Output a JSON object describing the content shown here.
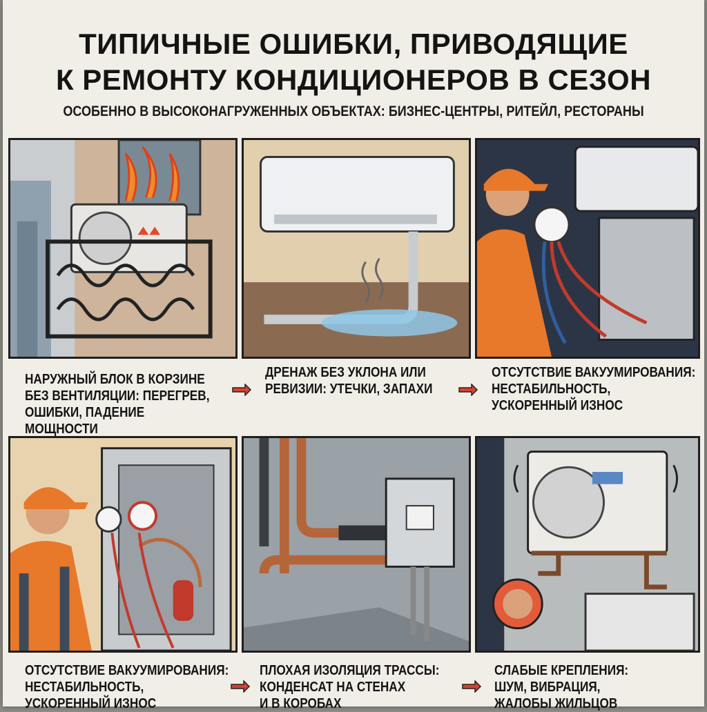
{
  "title": {
    "line1": "ТИПИЧНЫЕ ОШИБКИ, ПРИВОДЯЩИЕ",
    "line2": "К РЕМОНТУ КОНДИЦИОНЕРОВ В СЕЗОН"
  },
  "subtitle": "ОСОБЕННО В ВЫСОКОНАГРУЖЕННЫХ ОБЪЕКТАХ: БИЗНЕС-ЦЕНТРЫ, РИТЕЙЛ, РЕСТОРАНЫ",
  "row1": [
    {
      "lines": [
        "НАРУЖНЫЙ БЛОК В КОРЗИНЕ",
        "БЕЗ ВЕНТИЛЯЦИИ: ПЕРЕГРЕВ,",
        "ОШИБКИ, ПАДЕНИЕ",
        "МОЩНОСТИ"
      ]
    },
    {
      "lines": [
        "ДРЕНАЖ БЕЗ УКЛОНА ИЛИ",
        "РЕВИЗИИ: УТЕЧКИ, ЗАПАХИ"
      ]
    },
    {
      "lines": [
        "ОТСУТСТВИЕ ВАКУУМИРОВАНИЯ:",
        "НЕСТАБИЛЬНОСТЬ,",
        "УСКОРЕННЫЙ ИЗНОС"
      ]
    }
  ],
  "row2": [
    {
      "lines": [
        "ОТСУТСТВИЕ ВАКУУМИРОВАНИЯ:",
        "НЕСТАБИЛЬНОСТЬ,",
        "УСКОРЕННЫЙ ИЗНОС"
      ]
    },
    {
      "lines": [
        "ПЛОХАЯ ИЗОЛЯЦИЯ ТРАССЫ:",
        "КОНДЕНСАТ НА СТЕНАХ",
        "И В КОРОБАХ"
      ]
    },
    {
      "lines": [
        "СЛАБЫЕ КРЕПЛЕНИЯ:",
        "ШУМ, ВИБРАЦИЯ,",
        "ЖАЛОБЫ ЖИЛЬЦОВ"
      ]
    }
  ],
  "colors": {
    "arrow": "#d8412f",
    "orange": "#e8782a",
    "navy": "#2c3545",
    "paper": "#f1eee8"
  }
}
